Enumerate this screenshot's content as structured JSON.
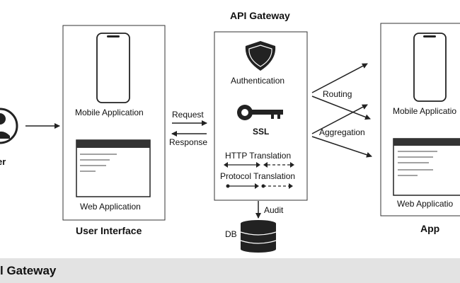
{
  "user": {
    "label": "er"
  },
  "user_interface": {
    "title": "User Interface",
    "mobile_label": "Mobile Application",
    "web_label": "Web Application"
  },
  "connection": {
    "request_label": "Request",
    "response_label": "Response"
  },
  "gateway": {
    "title": "API Gateway",
    "authentication_label": "Authentication",
    "ssl_label": "SSL",
    "http_translation_label": "HTTP Translation",
    "protocol_translation_label": "Protocol Translation"
  },
  "audit": {
    "label": "Audit",
    "db_label": "DB"
  },
  "routing": {
    "routing_label": "Routing",
    "aggregation_label": "Aggregation"
  },
  "app": {
    "title": "App",
    "mobile_label": "Mobile Applicatio",
    "web_label": "Web Applicatio"
  },
  "footer": {
    "title": "l Gateway"
  },
  "colors": {
    "stroke": "#222222",
    "bar": "#333333",
    "footer_bg": "#e3e3e3",
    "background": "#ffffff"
  }
}
